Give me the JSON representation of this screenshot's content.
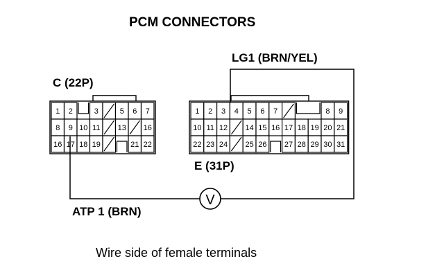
{
  "title": "PCM CONNECTORS",
  "connector_c": {
    "label": "C (22P)",
    "rows": [
      [
        "1",
        "2",
        "",
        "3",
        "",
        "5",
        "6",
        "7"
      ],
      [
        "8",
        "9",
        "10",
        "11",
        "",
        "13",
        "",
        "16"
      ],
      [
        "16",
        "17",
        "18",
        "19",
        "",
        "",
        "21",
        "22"
      ]
    ]
  },
  "connector_e": {
    "label": "E (31P)",
    "rows": [
      [
        "1",
        "2",
        "3",
        "4",
        "5",
        "6",
        "7",
        "",
        "8",
        "9"
      ],
      [
        "10",
        "11",
        "12",
        "",
        "14",
        "15",
        "16",
        "17",
        "18",
        "19",
        "20",
        "21"
      ],
      [
        "22",
        "23",
        "24",
        "",
        "25",
        "26",
        "",
        "27",
        "28",
        "29",
        "30",
        "31"
      ]
    ]
  },
  "wire_lg1": "LG1 (BRN/YEL)",
  "wire_atp1": "ATP 1 (BRN)",
  "meter_symbol": "V",
  "caption": "Wire side of female terminals"
}
